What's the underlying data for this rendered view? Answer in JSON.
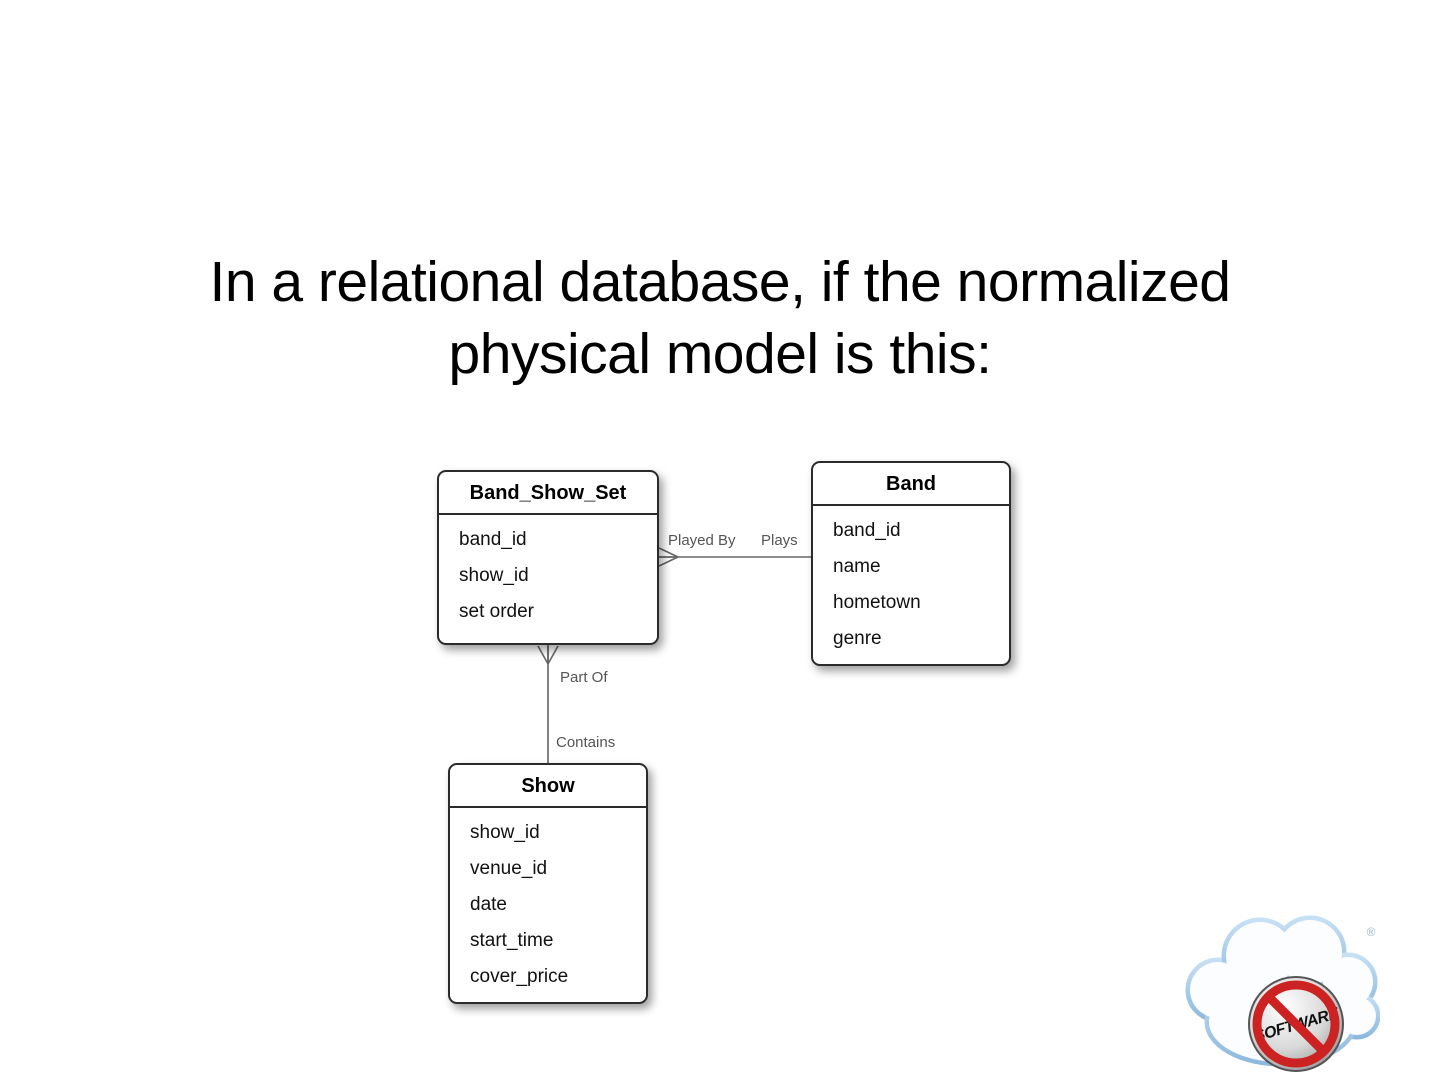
{
  "slide": {
    "title": "In a relational database, if the normalized physical model is this:"
  },
  "diagram": {
    "entities": [
      {
        "name": "Band_Show_Set",
        "fields": [
          "band_id",
          "show_id",
          "set order"
        ]
      },
      {
        "name": "Band",
        "fields": [
          "band_id",
          "name",
          "hometown",
          "genre"
        ]
      },
      {
        "name": "Show",
        "fields": [
          "show_id",
          "venue_id",
          "date",
          "start_time",
          "cover_price"
        ]
      }
    ],
    "relationships": [
      {
        "from": "Band_Show_Set",
        "to": "Band",
        "label_near": "Played By",
        "label_far": "Plays"
      },
      {
        "from": "Band_Show_Set",
        "to": "Show",
        "label_near": "Part Of",
        "label_far": "Contains"
      }
    ]
  },
  "logo": {
    "text": "SOFTWARE",
    "registered_mark": "®"
  },
  "colors": {
    "connector": "#666666",
    "prohibition_red": "#cc2222",
    "cloud_blue": "#9cc3e5"
  }
}
